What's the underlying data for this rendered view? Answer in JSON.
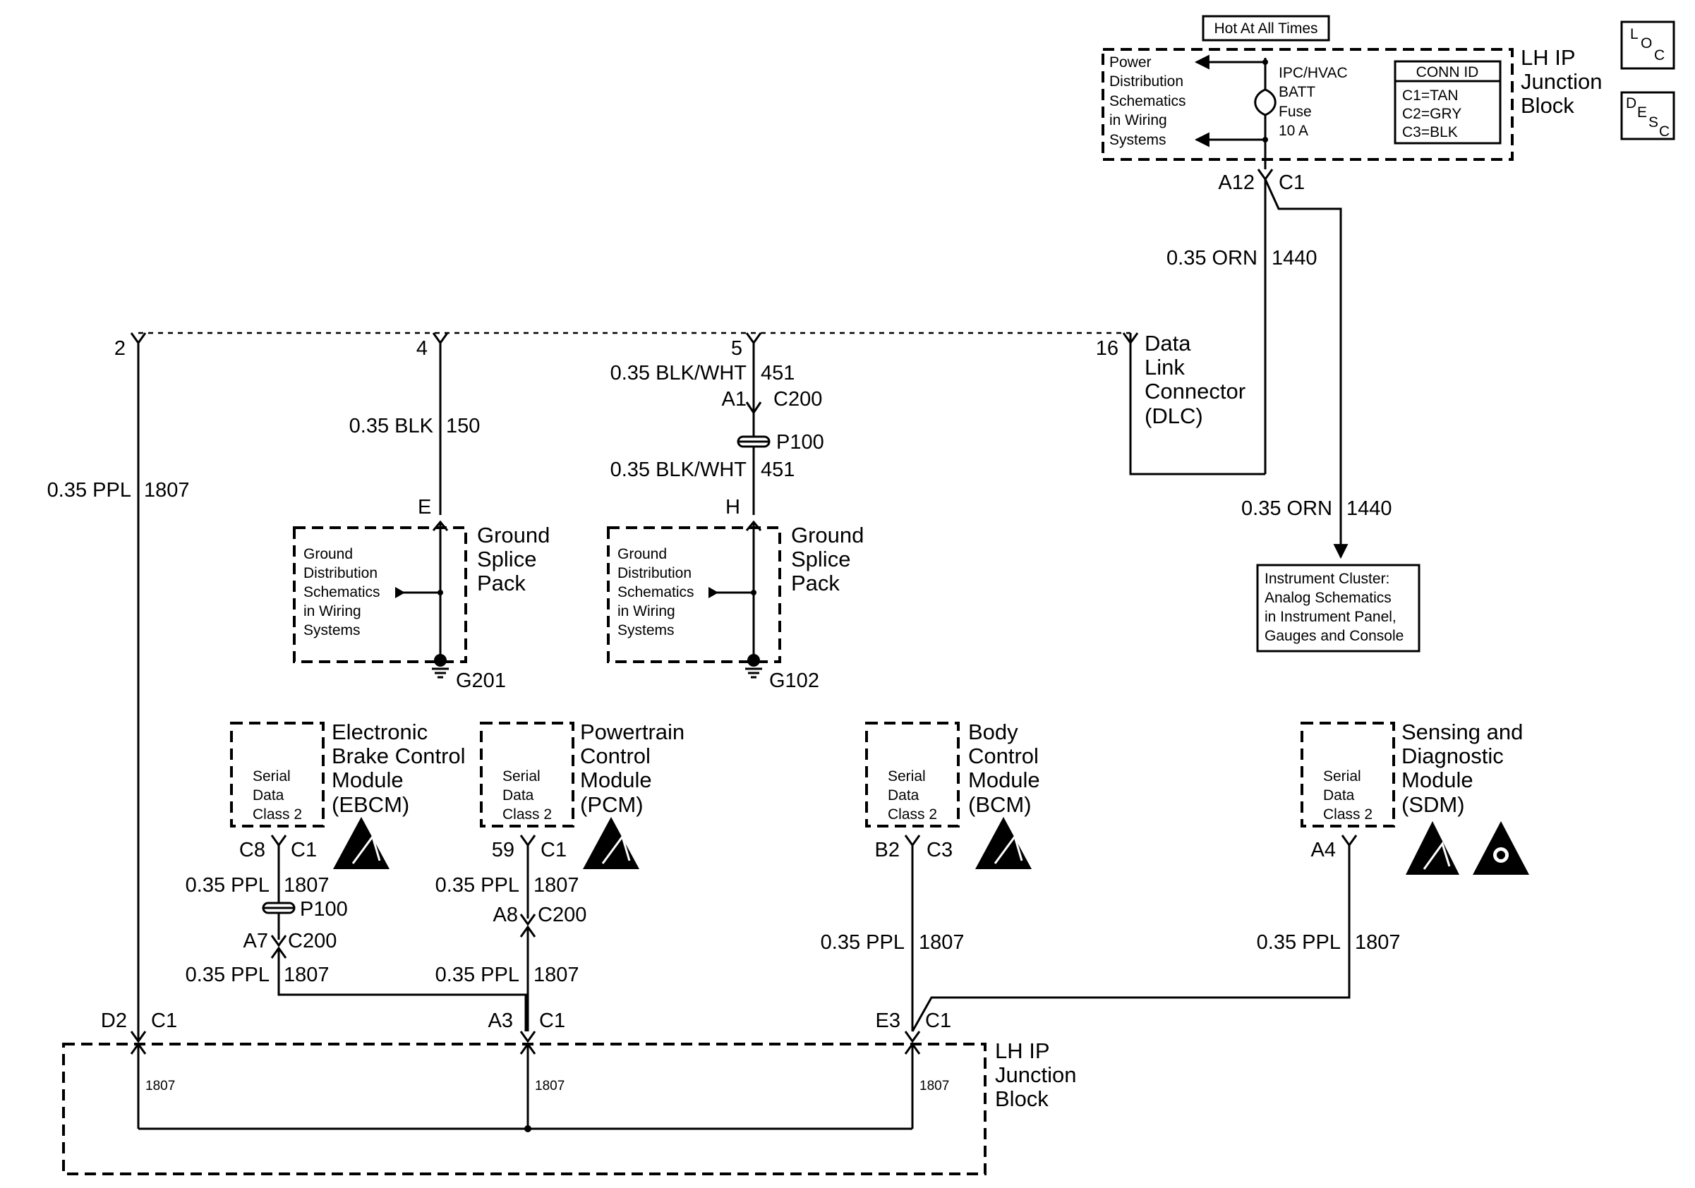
{
  "header": {
    "hot_at_all_times": "Hot At All Times",
    "loc_icon": "LOC",
    "desc_icon": "DESC",
    "lh_ip_junction_block": [
      "LH IP",
      "Junction",
      "Block"
    ],
    "power_distribution_ref": [
      "Power",
      "Distribution",
      "Schematics",
      "in Wiring",
      "Systems"
    ],
    "fuse": [
      "IPC/HVAC",
      "BATT",
      "Fuse",
      "10 A"
    ],
    "conn_id": {
      "title": "CONN ID",
      "rows": [
        "C1=TAN",
        "C2=GRY",
        "C3=BLK"
      ]
    },
    "pin_a12": "A12",
    "conn_c1": "C1"
  },
  "wires": {
    "orn_top_gauge": "0.35 ORN",
    "orn_top_circuit": "1440",
    "orn_right_gauge": "0.35 ORN",
    "orn_right_circuit": "1440",
    "ppl_left_gauge": "0.35 PPL",
    "ppl_left_circuit": "1807",
    "blk_gauge": "0.35 BLK",
    "blk_circuit": "150",
    "blkwht_upper_gauge": "0.35 BLK/WHT",
    "blkwht_upper_circuit": "451",
    "blkwht_lower_gauge": "0.35 BLK/WHT",
    "blkwht_lower_circuit": "451"
  },
  "dlc": {
    "pins": [
      "2",
      "4",
      "5",
      "16"
    ],
    "label": [
      "Data",
      "Link",
      "Connector",
      "(DLC)"
    ]
  },
  "instrument_cluster_ref": [
    "Instrument Cluster:",
    "Analog Schematics",
    "in Instrument Panel,",
    "Gauges and Console"
  ],
  "c200_top": {
    "pin": "A1",
    "connector": "C200"
  },
  "p100_top": "P100",
  "ground_splice_packs": [
    {
      "terminal": "E",
      "ref": [
        "Ground",
        "Distribution",
        "Schematics",
        "in Wiring",
        "Systems"
      ],
      "label": [
        "Ground",
        "Splice",
        "Pack"
      ],
      "ground": "G201"
    },
    {
      "terminal": "H",
      "ref": [
        "Ground",
        "Distribution",
        "Schematics",
        "in Wiring",
        "Systems"
      ],
      "label": [
        "Ground",
        "Splice",
        "Pack"
      ],
      "ground": "G102"
    }
  ],
  "modules": [
    {
      "inner": [
        "Serial",
        "Data",
        "Class 2"
      ],
      "name": [
        "Electronic",
        "Brake Control",
        "Module",
        "(EBCM)"
      ],
      "pin": "C8",
      "connector": "C1"
    },
    {
      "inner": [
        "Serial",
        "Data",
        "Class 2"
      ],
      "name": [
        "Powertrain",
        "Control",
        "Module",
        "(PCM)"
      ],
      "pin": "59",
      "connector": "C1"
    },
    {
      "inner": [
        "Serial",
        "Data",
        "Class 2"
      ],
      "name": [
        "Body",
        "Control",
        "Module",
        "(BCM)"
      ],
      "pin": "B2",
      "connector": "C3"
    },
    {
      "inner": [
        "Serial",
        "Data",
        "Class 2"
      ],
      "name": [
        "Sensing and",
        "Diagnostic",
        "Module",
        "(SDM)"
      ],
      "pin": "A4",
      "connector": ""
    }
  ],
  "lower_wires": {
    "ebcm_upper_gauge": "0.35 PPL",
    "ebcm_upper_circuit": "1807",
    "ebcm_p100": "P100",
    "ebcm_c200_pin": "A7",
    "ebcm_c200": "C200",
    "ebcm_lower_gauge": "0.35 PPL",
    "ebcm_lower_circuit": "1807",
    "pcm_upper_gauge": "0.35 PPL",
    "pcm_upper_circuit": "1807",
    "pcm_c200_pin": "A8",
    "pcm_c200": "C200",
    "pcm_lower_gauge": "0.35 PPL",
    "pcm_lower_circuit": "1807",
    "bcm_gauge": "0.35 PPL",
    "bcm_circuit": "1807",
    "sdm_gauge": "0.35 PPL",
    "sdm_circuit": "1807"
  },
  "bottom_block": {
    "pins": [
      {
        "pin": "D2",
        "connector": "C1",
        "circuit": "1807"
      },
      {
        "pin": "A3",
        "connector": "C1",
        "circuit": "1807"
      },
      {
        "pin": "E3",
        "connector": "C1",
        "circuit": "1807"
      }
    ],
    "label": [
      "LH IP",
      "Junction",
      "Block"
    ]
  }
}
